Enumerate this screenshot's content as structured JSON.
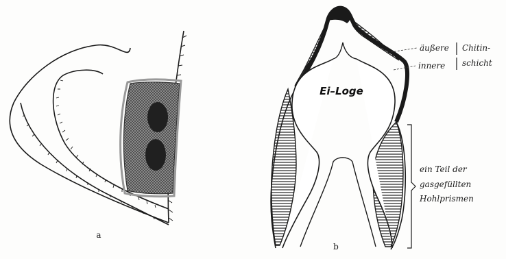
{
  "figure_a": {
    "label": "a"
  },
  "figure_b": {
    "label": "b",
    "chamber_label": "Ei–Loge",
    "outer_label": "äußere",
    "inner_label": "innere",
    "layer_label_line1": "Chitin-",
    "layer_label_line2": "schicht",
    "prism_label_line1": "ein Teil der",
    "prism_label_line2": "gasgefüllten",
    "prism_label_line3": "Hohlprismen"
  },
  "colors": {
    "ink": "#1a1a1a",
    "stipple_fill": "#5a5a5a",
    "dark_spot": "#202020"
  }
}
